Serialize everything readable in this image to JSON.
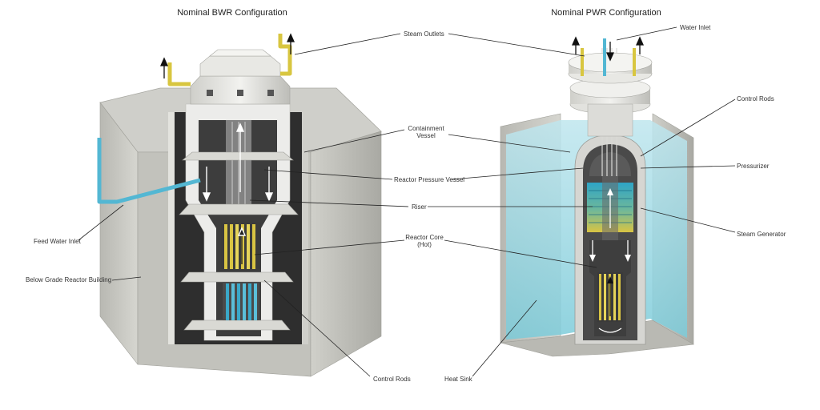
{
  "titles": {
    "bwr": "Nominal  BWR Configuration",
    "pwr": "Nominal  PWR Configuration"
  },
  "labels": {
    "steam_outlets": "Steam Outlets",
    "water_inlet": "Water Inlet",
    "control_rods_pwr": "Control Rods",
    "containment_vessel_1": "Containment",
    "containment_vessel_2": "Vessel",
    "reactor_pressure_vessel": "Reactor Pressure Vessel",
    "pressurizer": "Pressurizer",
    "riser": "Riser",
    "steam_generator": "Steam Generator",
    "feed_water_inlet": "Feed Water Inlet",
    "reactor_core_1": "Reactor Core",
    "reactor_core_2": "(Hot)",
    "below_grade_building": "Below Grade Reactor Building",
    "control_rods_bwr": "Control Rods",
    "heat_sink": "Heat Sink"
  },
  "colors": {
    "concrete": "#c9c9c4",
    "concrete_dark": "#9e9e98",
    "steel": "#e6e6e2",
    "vessel_dark": "#3a3a3a",
    "water": "#8fd3df",
    "pipe_yellow": "#d8c640",
    "pipe_blue": "#53b7d3",
    "core_yellow": "#d9c443",
    "rod_blue": "#3aa8c8"
  }
}
